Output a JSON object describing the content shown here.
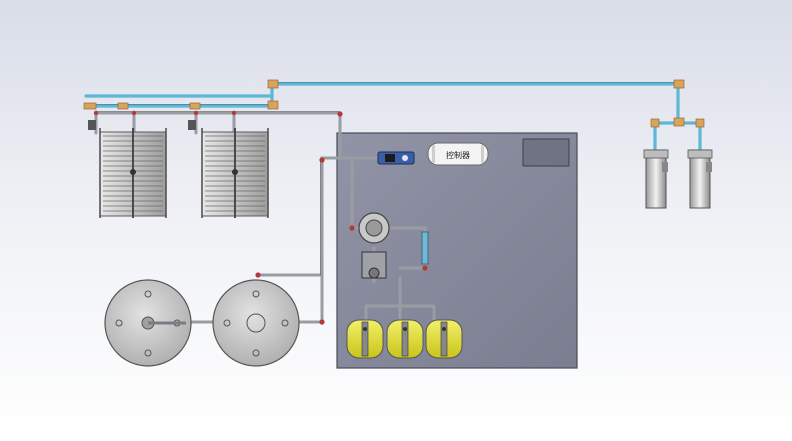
{
  "viewport": {
    "background_top": "#d9dde8",
    "background_bottom": "#ffffff"
  },
  "colors": {
    "panel": "#8a8d9e",
    "panel_edge": "#4a4c58",
    "water_pipe": "#5fb7d6",
    "steel_pipe": "#9a9ca4",
    "copper_joint": "#d9a35b",
    "red_joint": "#b23a3a",
    "yellow_tank": "#e0de2a",
    "disc": "#c9c9c9",
    "heater_frame": "#6a6a6a"
  },
  "components": {
    "control_box_label": "控制器",
    "display_window": "",
    "heat_exchangers": [
      "heat-exchanger-left",
      "heat-exchanger-right"
    ],
    "discs": [
      "disc-left",
      "disc-right"
    ],
    "tanks": [
      "tank-1",
      "tank-2",
      "tank-3"
    ],
    "filters": [
      "filter-left",
      "filter-right"
    ]
  }
}
